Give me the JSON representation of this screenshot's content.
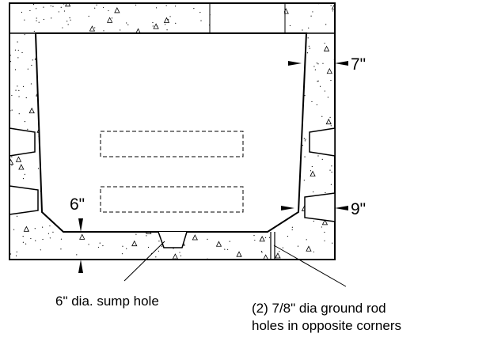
{
  "dimensions": {
    "top_wall": "7\"",
    "bottom_wall": "9\"",
    "floor": "6\""
  },
  "notes": {
    "sump": "6\" dia. sump hole",
    "ground_rod_line1": "(2) 7/8\" dia ground rod",
    "ground_rod_line2": "holes in opposite corners"
  }
}
